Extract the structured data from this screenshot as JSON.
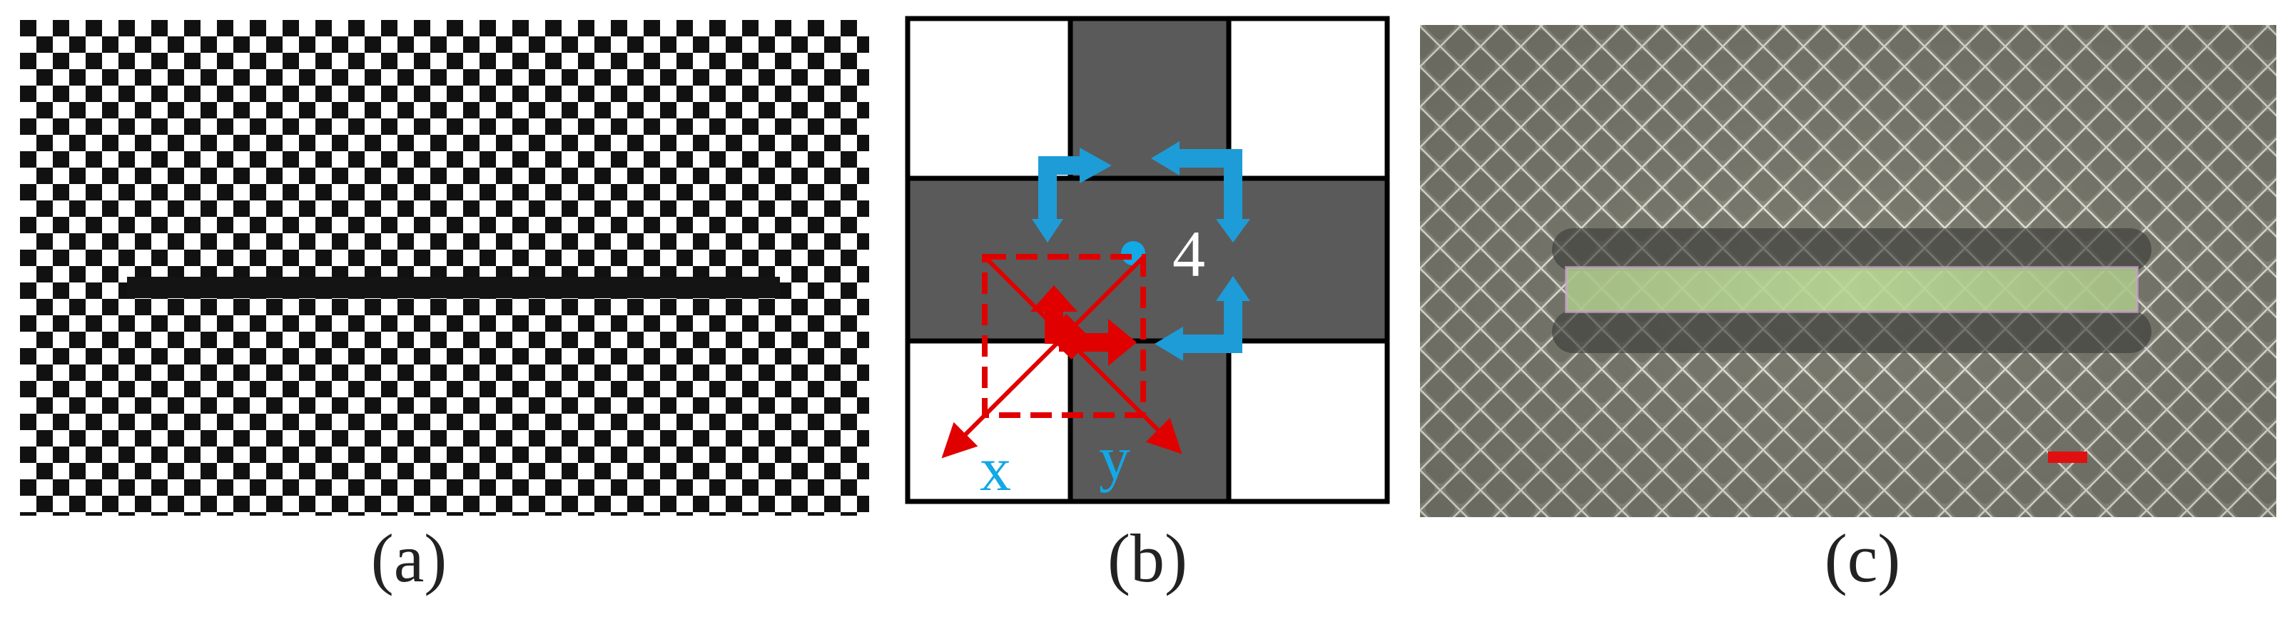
{
  "captions": {
    "a": "(a)",
    "b": "(b)",
    "c": "(c)"
  },
  "panel_b": {
    "site_label": "4",
    "axis_x": "x",
    "axis_y": "y"
  },
  "colors": {
    "checker_dark": "#111111",
    "grid_gray": "#5a5a5a",
    "arrow_blue": "#1e9cd7",
    "arrow_red": "#e00000",
    "dot_blue": "#13a8e6",
    "micro_bg": "#9a9a8a",
    "scale_bar": "#e01010"
  }
}
